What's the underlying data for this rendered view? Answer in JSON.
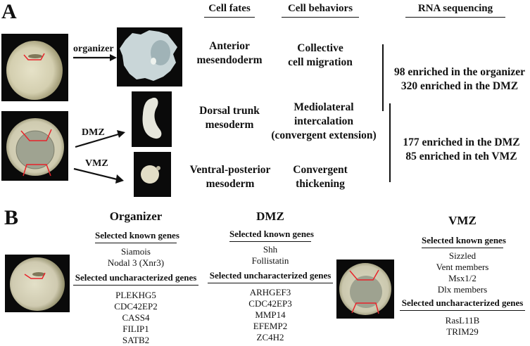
{
  "panel_a": {
    "letter": "A",
    "headers": {
      "cell_fates": "Cell fates",
      "cell_behaviors": "Cell behaviors",
      "rna_sequencing": "RNA sequencing"
    },
    "arrows": {
      "organizer": "organizer",
      "dmz": "DMZ",
      "vmz": "VMZ"
    },
    "rows": [
      {
        "fate": [
          "Anterior",
          "mesendoderm"
        ],
        "behavior": [
          "Collective",
          "cell migration"
        ]
      },
      {
        "fate": [
          "Dorsal trunk",
          "mesoderm"
        ],
        "behavior": [
          "Mediolateral",
          "intercalation",
          "(convergent extension)"
        ]
      },
      {
        "fate": [
          "Ventral-posterior",
          "mesoderm"
        ],
        "behavior": [
          "Convergent",
          "thickening"
        ]
      }
    ],
    "rna": [
      [
        "98 enriched in the organizer",
        "320 enriched in the DMZ"
      ],
      [
        "177 enriched in the DMZ",
        "85 enriched in teh VMZ"
      ]
    ],
    "images": {
      "organizer_embryo": "organizer-embryo-image",
      "organizer_explant": "organizer-explant-image",
      "marginal_embryo": "marginal-zone-embryo-image",
      "dmz_explant": "dmz-explant-image",
      "vmz_explant": "vmz-explant-image"
    }
  },
  "panel_b": {
    "letter": "B",
    "columns": [
      {
        "title": "Organizer",
        "known_label": "Selected known genes",
        "known": [
          "Siamois",
          "Nodal 3 (Xnr3)"
        ],
        "unchar_label": "Selected uncharacterized genes",
        "unchar": [
          "PLEKHG5",
          "CDC42EP2",
          "CASS4",
          "FILIP1",
          "SATB2"
        ]
      },
      {
        "title": "DMZ",
        "known_label": "Selected known genes",
        "known": [
          "Shh",
          "Follistatin"
        ],
        "unchar_label": "Selected uncharacterized genes",
        "unchar": [
          "ARHGEF3",
          "CDC42EP3",
          "MMP14",
          "EFEMP2",
          "ZC4H2"
        ]
      },
      {
        "title": "VMZ",
        "known_label": "Selected known genes",
        "known": [
          "Sizzled",
          "Vent members",
          "Msx1/2",
          "Dlx members"
        ],
        "unchar_label": "Selected uncharacterized genes",
        "unchar": [
          "RasL11B",
          "TRIM29"
        ]
      }
    ]
  },
  "colors": {
    "annotation_red": "#e8232a",
    "text": "#111111",
    "image_background": "#0a0a0a"
  }
}
